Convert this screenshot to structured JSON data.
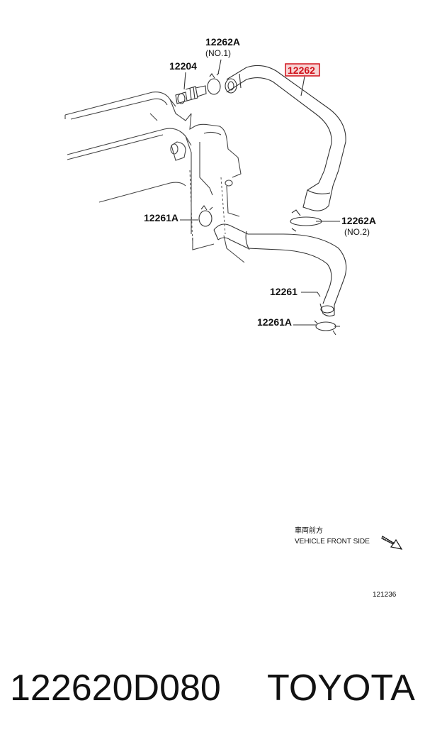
{
  "labels": {
    "clip_no1": "12262A",
    "clip_no1_sub": "(NO.1)",
    "union": "12204",
    "hose_highlighted": "12262",
    "clip_left": "12261A",
    "clip_no2": "12262A",
    "clip_no2_sub": "(NO.2)",
    "hose_lower": "12261",
    "clip_bottom": "12261A"
  },
  "highlight_color": "#d0121b",
  "direction": {
    "japanese": "車両前方",
    "english": "VEHICLE FRONT SIDE",
    "arrow_icon": "front-arrow-icon"
  },
  "diagram_code": "121236",
  "footer": {
    "part_number": "122620D080",
    "brand": "TOYOTA"
  }
}
